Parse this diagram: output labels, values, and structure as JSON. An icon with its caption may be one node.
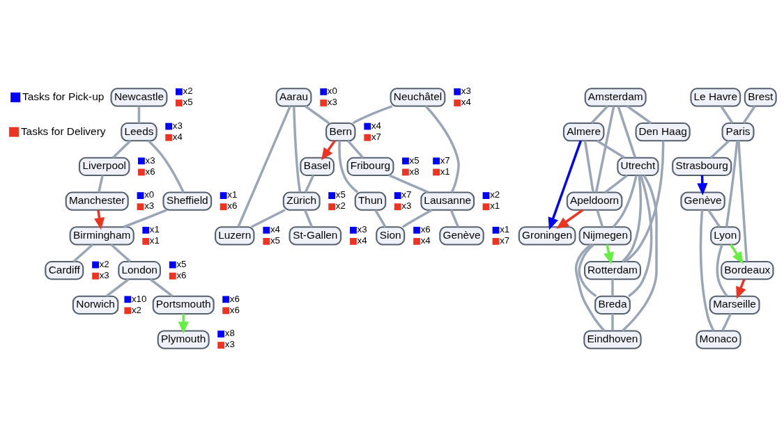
{
  "diagram": {
    "nodes": [
      {
        "text": [
          "Newcastle"
        ],
        "beside": [
          "x2",
          "x5"
        ]
      },
      {
        "text": [
          "Leeds"
        ],
        "beside": [
          "x3",
          "x4"
        ]
      },
      {
        "text": [
          "Liverpool"
        ],
        "beside": [
          "x3",
          "x6"
        ]
      },
      {
        "text": [
          "Manchester"
        ],
        "beside": [
          "x0",
          "x3"
        ]
      },
      {
        "text": [
          "Sheffield"
        ],
        "beside": [
          "x1",
          "x6"
        ]
      },
      {
        "text": [
          "Birmingham"
        ],
        "beside": [
          "x1",
          "x1"
        ]
      },
      {
        "text": [
          "Norwich"
        ],
        "beside": [
          "x10",
          "x2"
        ]
      },
      {
        "text": [
          "Cardiff"
        ],
        "beside": [
          "x2",
          "x3"
        ]
      },
      {
        "text": [
          "London"
        ],
        "beside": [
          "x5",
          "x6"
        ]
      },
      {
        "text": [
          "Portsmouth"
        ],
        "beside": [
          "x6",
          "x6"
        ]
      },
      {
        "text": [
          "Plymouth"
        ],
        "beside": [
          "x8",
          "x3"
        ]
      },
      {
        "text": [
          "Basel"
        ],
        "beside": [
          "x5",
          "x8"
        ]
      },
      {
        "text": [
          "Aarau"
        ],
        "beside": [
          "x0",
          "x3"
        ]
      },
      {
        "text": [
          "Zürich"
        ],
        "beside": [
          "x5",
          "x2"
        ]
      },
      {
        "text": [
          "St-Gallen"
        ],
        "beside": [
          "x3",
          "x4"
        ]
      },
      {
        "text": [
          "Luzern"
        ],
        "beside": [
          "x4",
          "x5"
        ]
      },
      {
        "text": [
          "Neuchâtel"
        ],
        "beside": [
          "x3",
          "x4"
        ]
      },
      {
        "text": [
          "Bern"
        ],
        "beside": [
          "x4",
          "x7"
        ]
      },
      {
        "text": [
          "Fribourg"
        ],
        "beside": [
          "x7",
          "x1"
        ]
      },
      {
        "text": [
          "Thun"
        ],
        "beside": [
          "x7",
          "x3"
        ]
      },
      {
        "text": [
          "Lausanne"
        ],
        "beside": [
          "x2",
          "x1"
        ]
      },
      {
        "text": [
          "Genève"
        ],
        "beside": [
          "x1",
          "x7"
        ]
      },
      {
        "text": [
          "Sion"
        ],
        "beside": [
          "x6",
          "x4"
        ]
      },
      {
        "text": [
          "Groningen"
        ]
      },
      {
        "text": [
          "Almere"
        ]
      },
      {
        "text": [
          "Amsterdam"
        ]
      },
      {
        "text": [
          "Apeldoorn"
        ]
      },
      {
        "text": [
          "Den Haag"
        ]
      },
      {
        "text": [
          "Utrecht"
        ]
      },
      {
        "text": [
          "Rotterdam"
        ]
      },
      {
        "text": [
          "Nijmegen"
        ]
      },
      {
        "text": [
          "Breda"
        ]
      },
      {
        "text": [
          "Eindhoven"
        ]
      },
      {
        "text": [
          "Le Havre"
        ]
      },
      {
        "text": [
          "Paris"
        ]
      },
      {
        "text": [
          "Brest"
        ]
      },
      {
        "text": [
          "Strasbourg"
        ]
      },
      {
        "text": [
          "Genève"
        ]
      },
      {
        "text": [
          "Lyon"
        ]
      },
      {
        "text": [
          "Bordeaux"
        ]
      },
      {
        "text": [
          "Monaco"
        ]
      },
      {
        "text": [
          "Marseille"
        ]
      }
    ],
    "edges": [
      {
        "from": 0,
        "to": 1,
        "arrow": "none"
      },
      {
        "from": 1,
        "to": 2,
        "arrow": "none"
      },
      {
        "from": 1,
        "to": 4,
        "arrow": "none"
      },
      {
        "from": 2,
        "to": 3,
        "arrow": "none"
      },
      {
        "from": 3,
        "to": 5,
        "arrow": "to",
        "color": "#ee3322"
      },
      {
        "from": 4,
        "to": 5,
        "arrow": "none"
      },
      {
        "from": 5,
        "to": 7,
        "arrow": "none"
      },
      {
        "from": 5,
        "to": 8,
        "arrow": "none"
      },
      {
        "from": 8,
        "to": 6,
        "arrow": "none"
      },
      {
        "from": 8,
        "to": 9,
        "arrow": "none"
      },
      {
        "from": 9,
        "to": 10,
        "arrow": "to",
        "color": "#66ee44"
      },
      {
        "from": 11,
        "to": 13,
        "arrow": "none"
      },
      {
        "from": 17,
        "to": 11,
        "arrow": "to",
        "color": "#ee3322"
      },
      {
        "from": 12,
        "to": 13,
        "arrow": "none"
      },
      {
        "from": 12,
        "to": 17,
        "arrow": "none"
      },
      {
        "from": 12,
        "to": 15,
        "arrow": "none"
      },
      {
        "from": 13,
        "to": 15,
        "arrow": "none"
      },
      {
        "from": 13,
        "to": 14,
        "arrow": "none"
      },
      {
        "from": 16,
        "to": 17,
        "arrow": "none"
      },
      {
        "from": 16,
        "to": 20,
        "arrow": "none"
      },
      {
        "from": 17,
        "to": 18,
        "arrow": "none"
      },
      {
        "from": 18,
        "to": 20,
        "arrow": "none"
      },
      {
        "from": 17,
        "to": 19,
        "arrow": "none"
      },
      {
        "from": 19,
        "to": 22,
        "arrow": "none"
      },
      {
        "from": 20,
        "to": 22,
        "arrow": "none"
      },
      {
        "from": 20,
        "to": 21,
        "arrow": "none"
      },
      {
        "from": 24,
        "to": 23,
        "arrow": "to",
        "color": "#0000ff"
      },
      {
        "from": 26,
        "to": 23,
        "arrow": "to",
        "color": "#ee3322"
      },
      {
        "from": 25,
        "to": 24,
        "arrow": "none"
      },
      {
        "from": 25,
        "to": 27,
        "arrow": "none"
      },
      {
        "from": 25,
        "to": 28,
        "arrow": "none"
      },
      {
        "from": 25,
        "to": 26,
        "arrow": "none"
      },
      {
        "from": 24,
        "to": 26,
        "arrow": "none"
      },
      {
        "from": 24,
        "to": 28,
        "arrow": "none"
      },
      {
        "from": 28,
        "to": 26,
        "arrow": "none"
      },
      {
        "from": 26,
        "to": 30,
        "arrow": "none"
      },
      {
        "from": 28,
        "to": 30,
        "arrow": "none"
      },
      {
        "from": 28,
        "to": 29,
        "arrow": "none"
      },
      {
        "from": 28,
        "to": 31,
        "arrow": "none"
      },
      {
        "from": 28,
        "to": 32,
        "arrow": "none"
      },
      {
        "from": 27,
        "to": 29,
        "arrow": "none"
      },
      {
        "from": 30,
        "to": 29,
        "arrow": "to",
        "color": "#66ee44"
      },
      {
        "from": 29,
        "to": 31,
        "arrow": "none"
      },
      {
        "from": 31,
        "to": 30,
        "arrow": "none"
      },
      {
        "from": 31,
        "to": 32,
        "arrow": "none"
      },
      {
        "from": 30,
        "to": 32,
        "arrow": "none"
      },
      {
        "from": 33,
        "to": 34,
        "arrow": "none"
      },
      {
        "from": 35,
        "to": 34,
        "arrow": "none"
      },
      {
        "from": 34,
        "to": 36,
        "arrow": "none"
      },
      {
        "from": 34,
        "to": 39,
        "arrow": "none"
      },
      {
        "from": 34,
        "to": 38,
        "arrow": "none"
      },
      {
        "from": 36,
        "to": 37,
        "arrow": "to",
        "color": "#0000ff"
      },
      {
        "from": 37,
        "to": 38,
        "arrow": "none"
      },
      {
        "from": 37,
        "to": 40,
        "arrow": "none"
      },
      {
        "from": 38,
        "to": 39,
        "arrow": "to",
        "color": "#66ee44"
      },
      {
        "from": 38,
        "to": 41,
        "arrow": "none"
      },
      {
        "from": 39,
        "to": 41,
        "arrow": "to",
        "color": "#ee3322"
      },
      {
        "from": 41,
        "to": 40,
        "arrow": "none"
      }
    ],
    "legend": [
      {
        "text": "Tasks for Pick-up",
        "color": "#0000ff"
      },
      {
        "text": "Tasks for Delivery",
        "color": "#ee3322"
      }
    ]
  }
}
